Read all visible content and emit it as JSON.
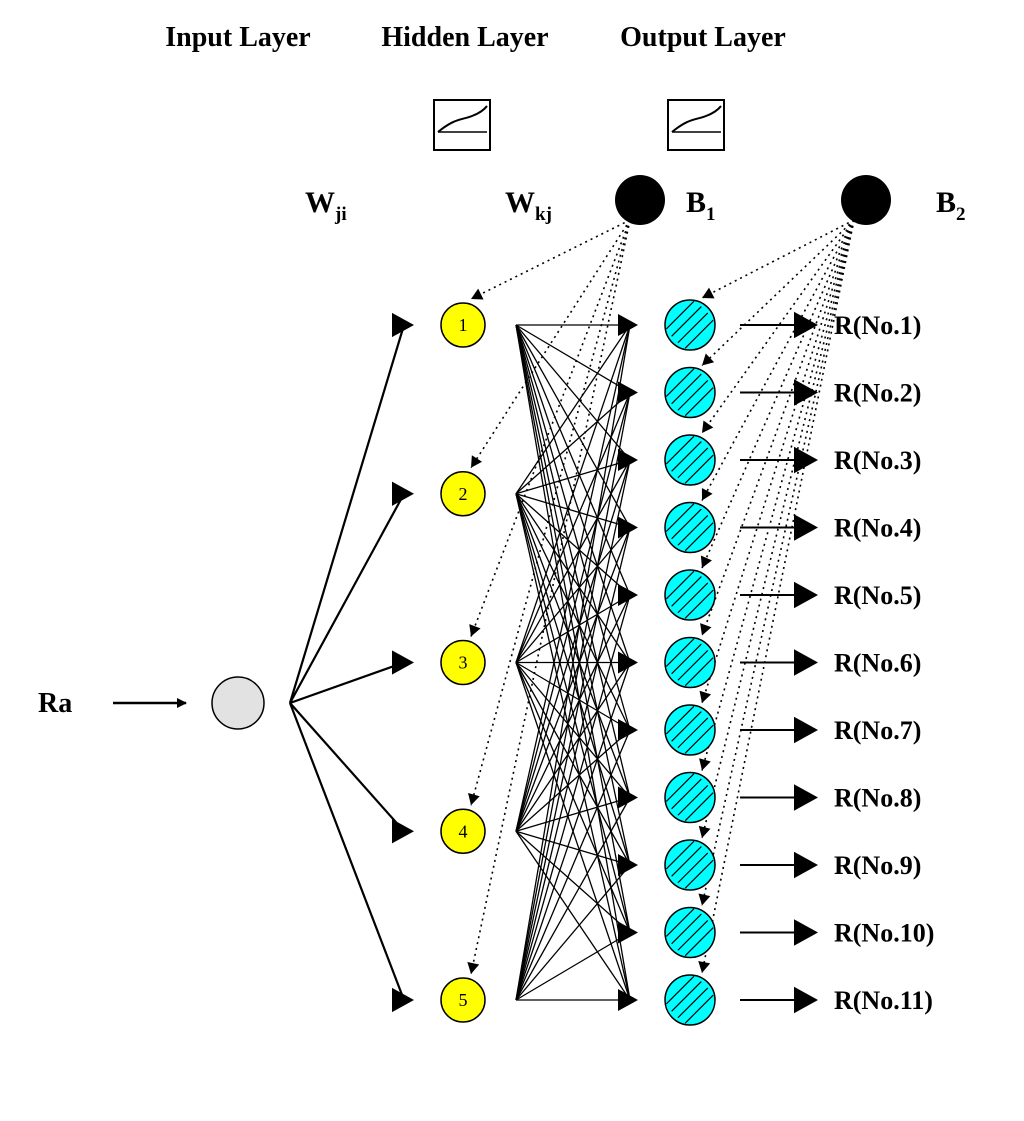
{
  "titles": {
    "input_layer": "Input Layer",
    "hidden_layer": "Hidden Layer",
    "output_layer": "Output Layer"
  },
  "weights": {
    "input_hidden": {
      "base": "W",
      "sub": "ji"
    },
    "hidden_output": {
      "base": "W",
      "sub": "kj"
    }
  },
  "biases": {
    "hidden": {
      "base": "B",
      "sub": "1"
    },
    "output": {
      "base": "B",
      "sub": "2"
    }
  },
  "input": {
    "label": "Ra"
  },
  "hidden_nodes": [
    "1",
    "2",
    "3",
    "4",
    "5"
  ],
  "outputs": [
    "R(No.1)",
    "R(No.2)",
    "R(No.3)",
    "R(No.4)",
    "R(No.5)",
    "R(No.6)",
    "R(No.7)",
    "R(No.8)",
    "R(No.9)",
    "R(No.10)",
    "R(No.11)"
  ],
  "colors": {
    "input_node": "#e2e2e2",
    "hidden_node": "#ffff00",
    "output_node": "#00ffff",
    "bias_node": "#000000",
    "line": "#000000"
  }
}
